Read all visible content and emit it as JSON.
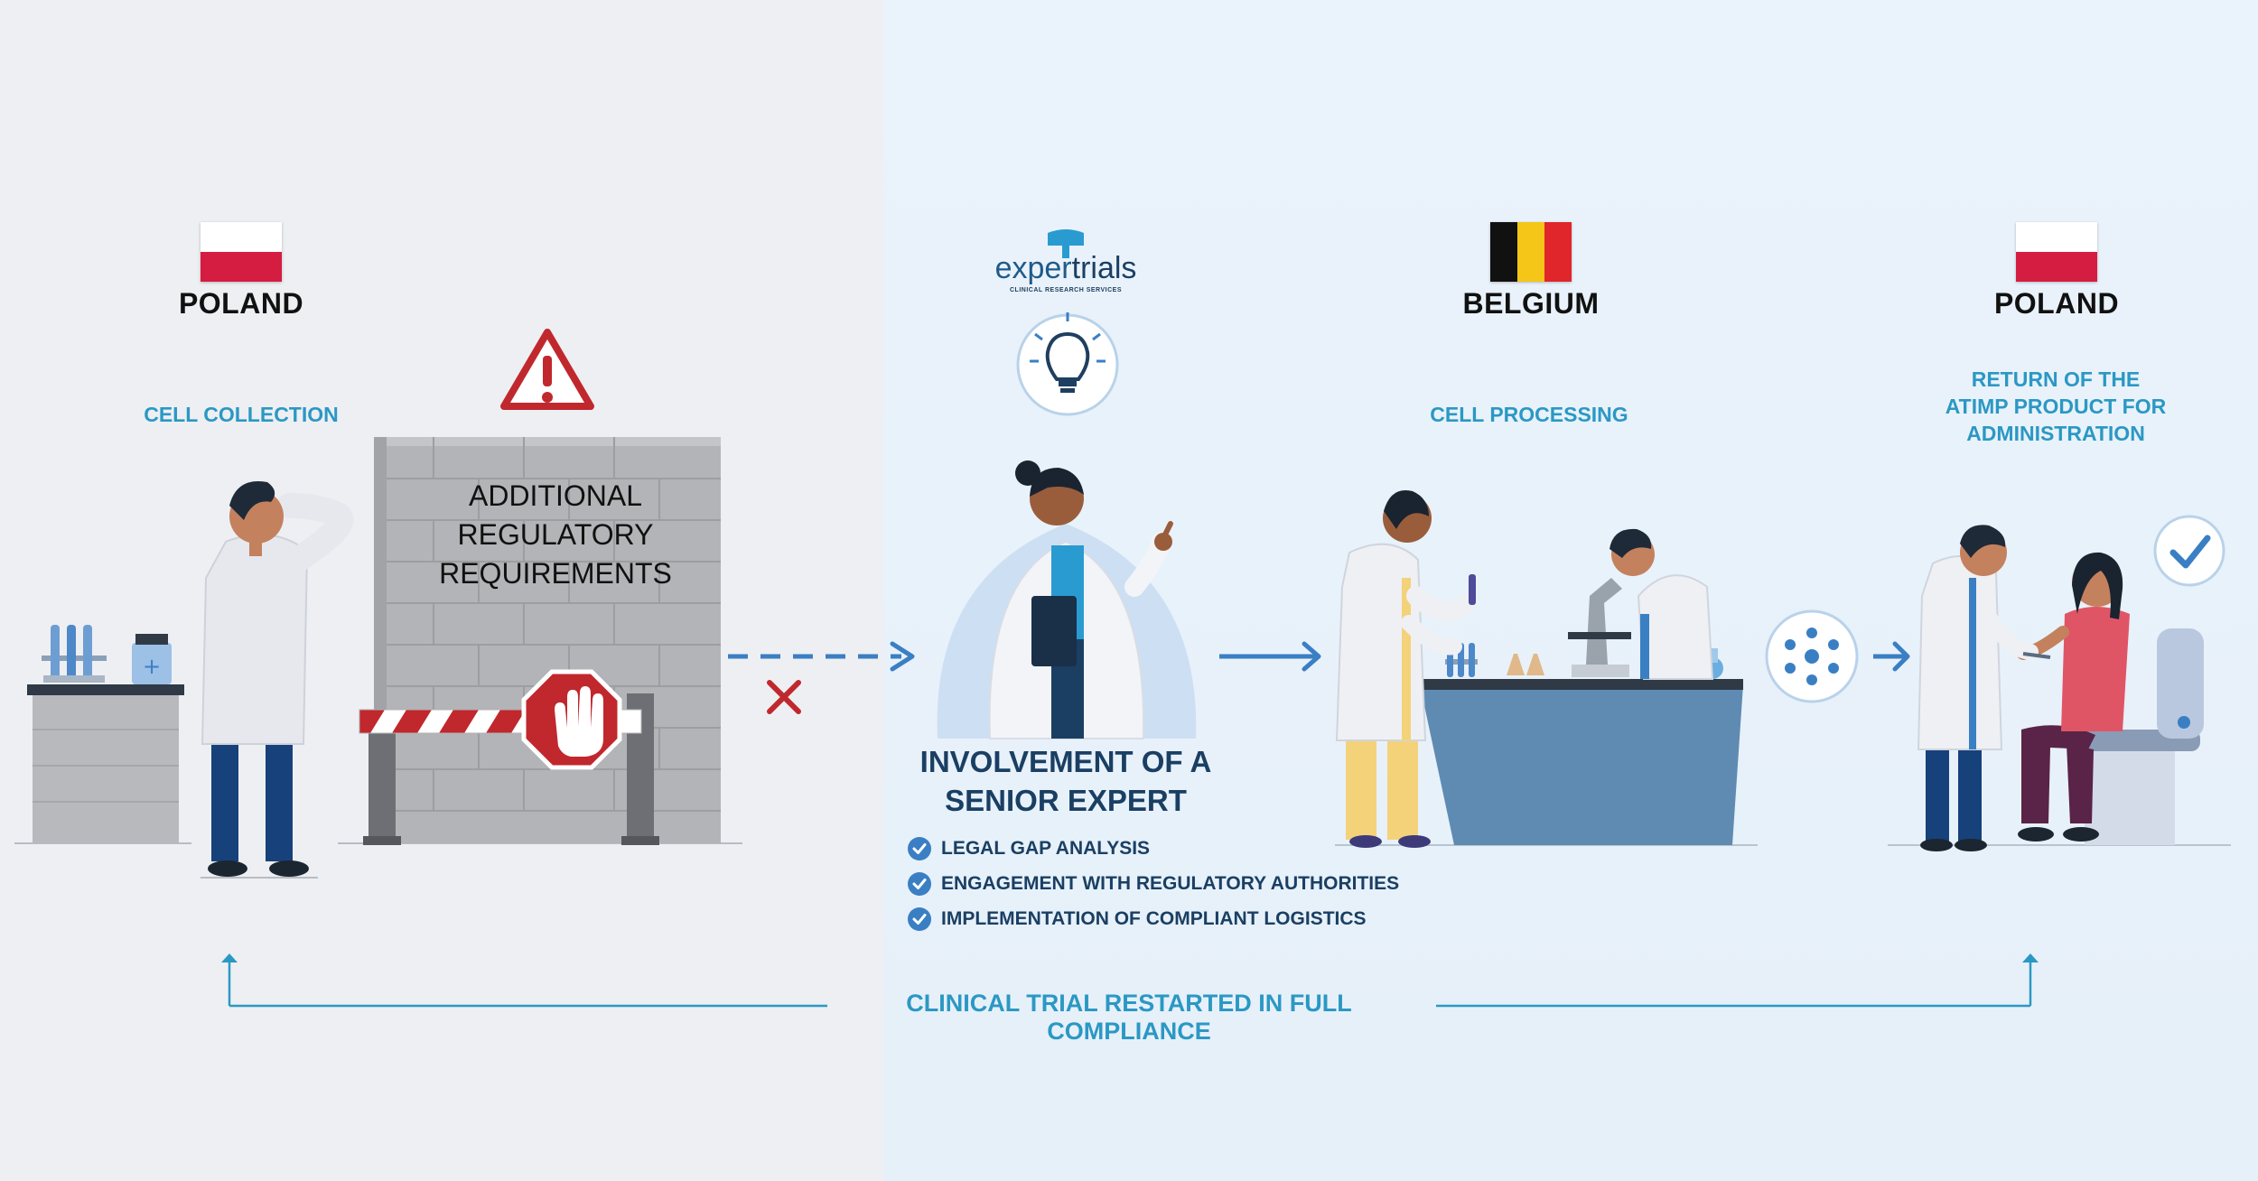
{
  "logo": {
    "word_light": "exper",
    "word_bold": "trials",
    "tagline": "CLINICAL RESEARCH SERVICES"
  },
  "steps": {
    "collection": {
      "country": "POLAND",
      "label": "CELL COLLECTION"
    },
    "processing": {
      "country": "BELGIUM",
      "label": "CELL PROCESSING"
    },
    "return": {
      "country": "POLAND",
      "label_lines": [
        "RETURN OF THE",
        "ATIMP PRODUCT FOR",
        "ADMINISTRATION"
      ]
    }
  },
  "barrier": {
    "lines": [
      "ADDITIONAL",
      "REGULATORY",
      "REQUIREMENTS"
    ]
  },
  "expert": {
    "title_lines": [
      "INVOLVEMENT OF A",
      "SENIOR EXPERT"
    ],
    "checks": [
      "LEGAL GAP ANALYSIS",
      "ENGAGEMENT WITH REGULATORY AUTHORITIES",
      "IMPLEMENTATION OF COMPLIANT LOGISTICS"
    ]
  },
  "footer": {
    "text": "CLINICAL TRIAL RESTARTED IN FULL COMPLIANCE"
  },
  "colors": {
    "accent_blue": "#2b98c4",
    "navy": "#1a3f63",
    "arrow_blue": "#3a7fc4",
    "stop_red": "#c0282d",
    "poland_red": "#d41d40",
    "belgium_black": "#111111",
    "belgium_yellow": "#f5c518",
    "belgium_red": "#e0252b"
  },
  "icons": [
    "warning-icon",
    "stop-hand-icon",
    "lightbulb-icon",
    "check-icon",
    "cross-icon",
    "cells-icon",
    "check-circle-icon"
  ]
}
